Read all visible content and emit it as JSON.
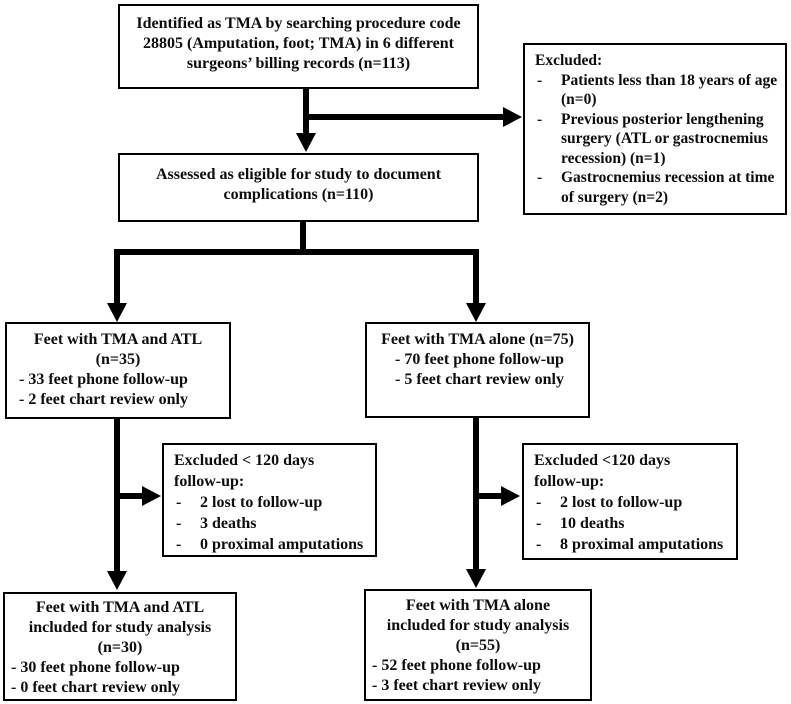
{
  "colors": {
    "ink": "#000000",
    "text": "#0d0d0d",
    "background": "#ffffff"
  },
  "bullet_dash": "-",
  "boxes": {
    "identified": {
      "lines": [
        "Identified as TMA by searching procedure code",
        "28805 (Amputation, foot; TMA) in 6 different",
        "surgeons’ billing records (n=113)"
      ]
    },
    "excluded_initial": {
      "title": "Excluded:",
      "items": [
        "Patients less than 18 years of age (n=0)",
        "Previous posterior lengthening surgery (ATL or gastrocnemius recession) (n=1)",
        "Gastrocnemius recession at time of surgery (n=2)"
      ]
    },
    "assessed": {
      "lines": [
        "Assessed as eligible for study to document",
        "complications (n=110)"
      ]
    },
    "tma_atl": {
      "heading": [
        "Feet with TMA and ATL",
        "(n=35)"
      ],
      "items": [
        "- 33 feet phone follow-up",
        "- 2 feet chart review only"
      ]
    },
    "tma_alone": {
      "heading": [
        "Feet with TMA alone (n=75)"
      ],
      "items": [
        "- 70 feet phone follow-up",
        "- 5 feet chart review only"
      ]
    },
    "excluded_atl": {
      "title_lines": [
        "Excluded < 120 days",
        "follow-up:"
      ],
      "items": [
        "2 lost to follow-up",
        "3 deaths",
        "0 proximal amputations"
      ]
    },
    "excluded_alone": {
      "title_lines": [
        "Excluded <120 days",
        "follow-up:"
      ],
      "items": [
        "2 lost to follow-up",
        "10 deaths",
        "8 proximal amputations"
      ]
    },
    "tma_atl_final": {
      "heading": [
        "Feet with TMA and ATL",
        "included for study analysis",
        "(n=30)"
      ],
      "items": [
        "- 30 feet phone follow-up",
        "- 0 feet chart review only"
      ]
    },
    "tma_alone_final": {
      "heading": [
        "Feet with TMA alone",
        "included for study analysis",
        "(n=55)"
      ],
      "items": [
        "- 52 feet phone follow-up",
        "- 3 feet chart review only"
      ]
    }
  }
}
